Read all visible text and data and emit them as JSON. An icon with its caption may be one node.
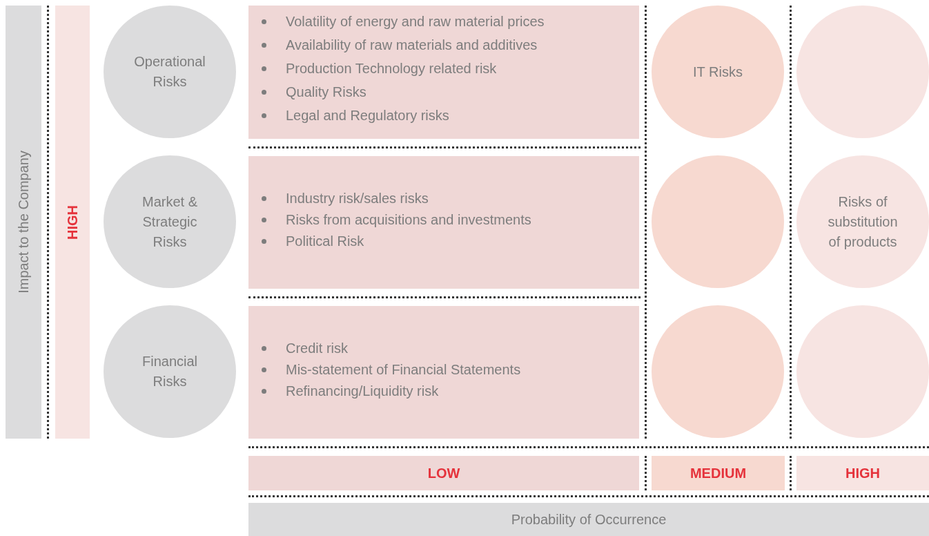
{
  "diagram": {
    "nodes": [
      {
        "text": [
          "Impact to the Company"
        ]
      },
      {
        "text": [
          "HIGH"
        ]
      },
      {
        "text": [
          "Operational Risks"
        ]
      },
      {
        "text": [
          "Volatility of energy and raw material prices",
          "Availability of raw materials and additives",
          "Production Technology related risk",
          "Quality Risks",
          "Legal and Regulatory risks"
        ]
      },
      {
        "text": [
          "IT Risks"
        ]
      },
      {
        "text": [],
        "shape": "circle"
      },
      {
        "text": [
          "Market & Strategic Risks"
        ]
      },
      {
        "text": [
          "Industry risk/sales risks",
          "Risks from acquisitions and investments",
          "Political Risk"
        ]
      },
      {
        "text": [],
        "shape": "circle"
      },
      {
        "text": [
          "Risks of substitution of products"
        ]
      },
      {
        "text": [
          "Financial Risks"
        ]
      },
      {
        "text": [
          "Credit risk",
          "Mis-statement of Financial Statements",
          "Refinancing/Liquidity risk"
        ]
      },
      {
        "text": [],
        "shape": "circle"
      },
      {
        "text": [],
        "shape": "circle"
      },
      {
        "text": [
          "LOW"
        ]
      },
      {
        "text": [
          "MEDIUM"
        ]
      },
      {
        "text": [
          "HIGH"
        ]
      },
      {
        "text": [
          "Probability of Occurrence"
        ]
      }
    ]
  }
}
